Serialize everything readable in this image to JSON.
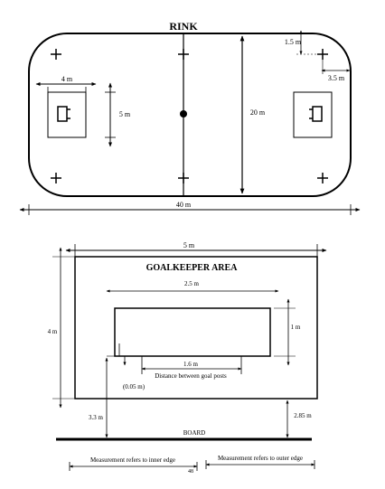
{
  "rink": {
    "title": "RINK",
    "dim_4m": "4 m",
    "dim_5m": "5 m",
    "dim_20m": "20 m",
    "dim_40m": "40 m",
    "dim_1_5m": "1.5 m",
    "dim_3_5m": "3.5 m"
  },
  "goal_area": {
    "top_width": "5 m",
    "title": "GOALKEEPER AREA",
    "inner_width": "2.5 m",
    "inner_height": "1 m",
    "left_height": "4 m",
    "post_dist_value": "1.6 m",
    "post_dist_label": "Distance between goal posts",
    "small_offset": "(0.05 m)",
    "left_to_board": "3.3 m",
    "right_to_board": "2.85 m",
    "board_label": "BOARD",
    "note_inner": "Measurement refers to inner edge",
    "note_outer": "Measurement refers to outer edge"
  },
  "page_number": "48"
}
